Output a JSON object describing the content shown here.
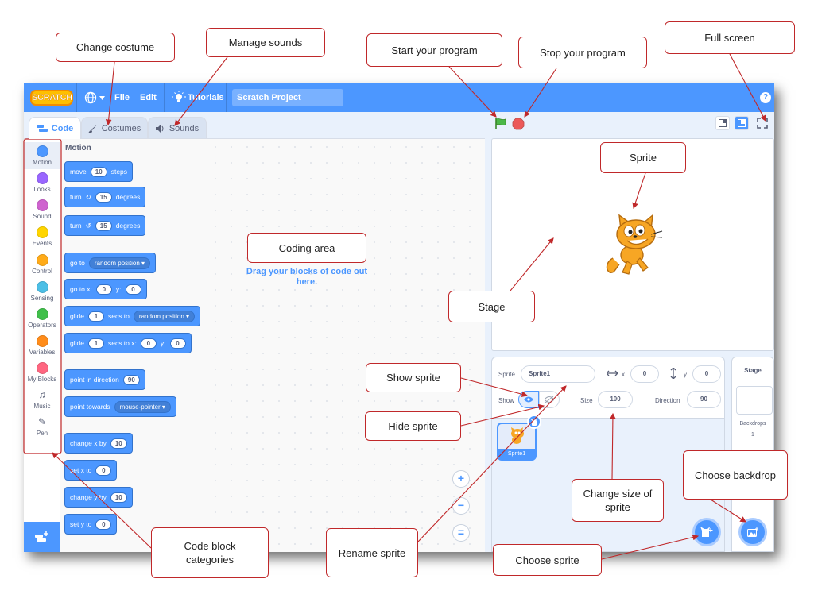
{
  "menubar": {
    "logo_text": "SCRATCH",
    "file_label": "File",
    "edit_label": "Edit",
    "tutorials_label": "Tutorials",
    "project_title": "Scratch Project",
    "help_label": "?"
  },
  "tabs": {
    "code": "Code",
    "costumes": "Costumes",
    "sounds": "Sounds"
  },
  "categories": [
    {
      "label": "Motion",
      "color": "#4c97ff"
    },
    {
      "label": "Looks",
      "color": "#9966ff"
    },
    {
      "label": "Sound",
      "color": "#cf63cf"
    },
    {
      "label": "Events",
      "color": "#ffd500"
    },
    {
      "label": "Control",
      "color": "#ffab19"
    },
    {
      "label": "Sensing",
      "color": "#4cbfe6"
    },
    {
      "label": "Operators",
      "color": "#40bf4a"
    },
    {
      "label": "Variables",
      "color": "#ff8c1a"
    },
    {
      "label": "My Blocks",
      "color": "#ff6680"
    },
    {
      "label": "Music",
      "color": ""
    },
    {
      "label": "Pen",
      "color": ""
    }
  ],
  "palette": {
    "heading": "Motion",
    "blocks": {
      "move": {
        "a": "move",
        "v1": "10",
        "b": "steps"
      },
      "turn_right": {
        "a": "turn",
        "v1": "15",
        "b": "degrees"
      },
      "turn_left": {
        "a": "turn",
        "v1": "15",
        "b": "degrees"
      },
      "goto": {
        "a": "go to",
        "d1": "random position"
      },
      "gotoxy": {
        "a": "go to x:",
        "v1": "0",
        "b": "y:",
        "v2": "0"
      },
      "glide_to": {
        "a": "glide",
        "v1": "1",
        "b": "secs to",
        "d1": "random position"
      },
      "glide_xy": {
        "a": "glide",
        "v1": "1",
        "b": "secs to x:",
        "v2": "0",
        "c": "y:",
        "v3": "0"
      },
      "point_dir": {
        "a": "point in direction",
        "v1": "90"
      },
      "point_towards": {
        "a": "point towards",
        "d1": "mouse-pointer"
      },
      "change_x": {
        "a": "change x by",
        "v1": "10"
      },
      "set_x": {
        "a": "set x to",
        "v1": "0"
      },
      "change_y": {
        "a": "change y by",
        "v1": "10"
      },
      "set_y": {
        "a": "set y to",
        "v1": "0"
      }
    }
  },
  "code_area": {
    "drag_text": "Drag your blocks of code out here."
  },
  "zoom": {
    "in": "+",
    "out": "−",
    "reset": "="
  },
  "sprite_info": {
    "sprite_label": "Sprite",
    "sprite_name": "Sprite1",
    "x_label": "x",
    "x_value": "0",
    "y_label": "y",
    "y_value": "0",
    "show_label": "Show",
    "size_label": "Size",
    "size_value": "100",
    "direction_label": "Direction",
    "direction_value": "90"
  },
  "sprite_list": [
    {
      "name": "Sprite1"
    }
  ],
  "stage_pane": {
    "title": "Stage",
    "backdrops_label": "Backdrops",
    "backdrops_count": "1"
  },
  "callouts": {
    "change_costume": "Change costume",
    "manage_sounds": "Manage sounds",
    "start_program": "Start your program",
    "stop_program": "Stop your program",
    "full_screen": "Full screen",
    "sprite": "Sprite",
    "coding_area": "Coding area",
    "stage": "Stage",
    "show_sprite": "Show sprite",
    "hide_sprite": "Hide sprite",
    "change_size": "Change size of sprite",
    "choose_backdrop": "Choose backdrop",
    "code_block_categories": "Code block categories",
    "rename_sprite": "Rename sprite",
    "choose_sprite": "Choose sprite"
  },
  "colors": {
    "accent": "#4c97ff",
    "callout_border": "#c0282a",
    "green_flag": "#2ca02c",
    "stop": "#ec5959"
  }
}
